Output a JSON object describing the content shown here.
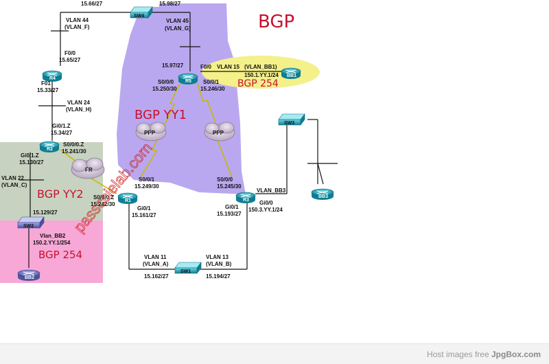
{
  "zones": {
    "bgp": "BGP",
    "bgp_yy1": "BGP YY1",
    "bgp_yy2": "BGP YY2",
    "bgp_254_bb1": "BGP 254",
    "bgp_254_bb2": "BGP 254"
  },
  "devices": {
    "sw4": "SW4",
    "sw3": "SW3",
    "sw2": "SW2",
    "sw1": "SW1",
    "r4": "R4",
    "r5": "R5",
    "r2": "R2",
    "r1": "R1",
    "r3": "R3",
    "bb1": "BB1",
    "bb2": "BB2",
    "bb3": "BB3"
  },
  "clouds": {
    "fr": "FR",
    "ppp1": "PPP",
    "ppp2": "PPP"
  },
  "labels": {
    "sw4_left": "15.66/27",
    "sw4_right": "15.98/27",
    "vlan44": "VLAN 44",
    "vlan44_name": "(VLAN_F)",
    "r4_f00": "F0/0",
    "r4_f00_ip": "15.65/27",
    "r4_f01": "F01",
    "r4_f01_ip": "15.33/27",
    "vlan24": "VLAN 24",
    "vlan24_name": "(VLAN_H)",
    "r2_gi01z_top": "Gi0/1.Z",
    "r2_gi01z_top_ip": "15.34/27",
    "r2_gi01z": "Gi0/1.Z",
    "r2_gi01z_ip": "15.130/27",
    "r2_s000z": "S0/0/0.Z",
    "r2_s000z_ip": "15.241/30",
    "vlan22": "VLAN 22",
    "vlan22_name": "(VLAN_C)",
    "sw2_ip": "15.129/27",
    "vlan_bb2": "Vlan_BB2",
    "vlan_bb2_ip": "150.2.YY.1/254",
    "vlan45": "VLAN 45",
    "vlan45_name": "(VLAN_G)",
    "r5_ip_top": "15.97/27",
    "r5_f00": "F0/0",
    "vlan15": "VLAN 15",
    "vlan_bb1": "(VLAN_BB1)",
    "vlan_bb1_ip": "150.1.YY.1/24",
    "r5_s000": "S0/0/0",
    "r5_s000_ip": "15.250/30",
    "r5_s001": "S0/0/1",
    "r5_s001_ip": "15.246/30",
    "r1_s001": "S0/0/1",
    "r1_s001_ip": "15.249/30",
    "r1_s000z": "S0/0/0.Z",
    "r1_s000z_ip": "15.242/30",
    "r1_gi01": "Gi0/1",
    "r1_gi01_ip": "15.161/27",
    "r3_s000": "S0/0/0",
    "r3_s000_ip": "15.245/30",
    "r3_vlan_bb3": "VLAN_BB3",
    "r3_gi01": "Gi0/1",
    "r3_gi01_ip": "15.193/27",
    "r3_gi00": "Gi0/0",
    "r3_gi00_ip": "150.3.YY.1/24",
    "vlan11": "VLAN 11",
    "vlan11_name": "(VLAN_A)",
    "vlan13": "VLAN 13",
    "vlan13_name": "(VLAN_B)",
    "sw1_left_ip": "15.162/27",
    "sw1_right_ip": "15.194/27"
  },
  "watermark": "passccielab.com",
  "footer": {
    "prefix": "Host images free ",
    "site": "JpgBox.com"
  },
  "colors": {
    "bgp_zone": "#b9a8f0",
    "yy2_zone": "#c7d3c0",
    "pink_zone": "#f7a8d6",
    "bb1_zone": "#f4f08a",
    "router": "#1aa3b8",
    "bb2_router": "#7a7fc4",
    "zone_text": "#c8102e"
  }
}
